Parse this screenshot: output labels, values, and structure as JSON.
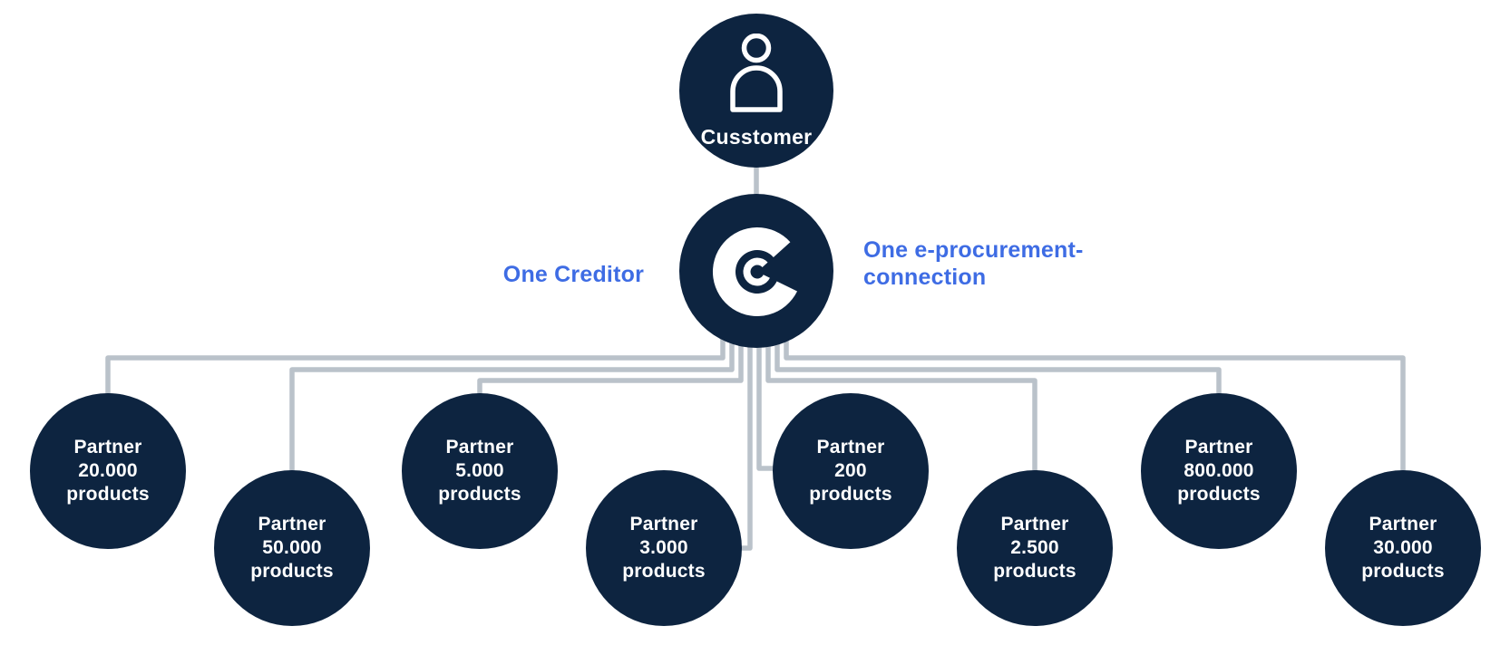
{
  "colors": {
    "node_navy": "#0D2440",
    "accent_blue": "#3E6CE4",
    "connector_gray": "#BAC2CA",
    "text_white": "#FFFFFF"
  },
  "customer": {
    "label": "Cusstomer",
    "icon": "person-icon"
  },
  "creditor": {
    "icon": "creditor-c-logo",
    "left_annotation": "One Creditor",
    "right_annotation_line1": "One e-procurement-",
    "right_annotation_line2": "connection"
  },
  "partners": [
    {
      "name": "Partner",
      "quantity": "20.000",
      "unit": "products"
    },
    {
      "name": "Partner",
      "quantity": "50.000",
      "unit": "products"
    },
    {
      "name": "Partner",
      "quantity": "5.000",
      "unit": "products"
    },
    {
      "name": "Partner",
      "quantity": "3.000",
      "unit": "products"
    },
    {
      "name": "Partner",
      "quantity": "200",
      "unit": "products"
    },
    {
      "name": "Partner",
      "quantity": "2.500",
      "unit": "products"
    },
    {
      "name": "Partner",
      "quantity": "800.000",
      "unit": "products"
    },
    {
      "name": "Partner",
      "quantity": "30.000",
      "unit": "products"
    }
  ]
}
